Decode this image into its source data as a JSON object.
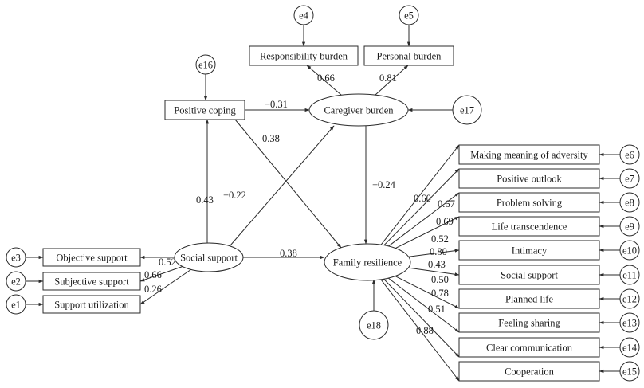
{
  "diagram": {
    "type": "structural-equation-model",
    "latent_variables": [
      {
        "id": "social_support",
        "label": "Social support"
      },
      {
        "id": "caregiver_burden",
        "label": "Caregiver burden"
      },
      {
        "id": "family_resilience",
        "label": "Family resilience"
      }
    ],
    "observed_variables": [
      {
        "id": "positive_coping",
        "label": "Positive coping",
        "error": "e16"
      },
      {
        "id": "objective_support",
        "label": "Objective support",
        "error": "e3"
      },
      {
        "id": "subjective_support",
        "label": "Subjective support",
        "error": "e2"
      },
      {
        "id": "support_utilization",
        "label": "Support utilization",
        "error": "e1"
      },
      {
        "id": "responsibility_burden",
        "label": "Responsibility burden",
        "error": "e4"
      },
      {
        "id": "personal_burden",
        "label": "Personal burden",
        "error": "e5"
      },
      {
        "id": "making_meaning",
        "label": "Making meaning of adversity",
        "error": "e6"
      },
      {
        "id": "positive_outlook",
        "label": "Positive outlook",
        "error": "e7"
      },
      {
        "id": "problem_solving",
        "label": "Problem solving",
        "error": "e8"
      },
      {
        "id": "life_transcendence",
        "label": "Life transcendence",
        "error": "e9"
      },
      {
        "id": "intimacy",
        "label": "Intimacy",
        "error": "e10"
      },
      {
        "id": "fr_social_support",
        "label": "Social support",
        "error": "e11"
      },
      {
        "id": "planned_life",
        "label": "Planned life",
        "error": "e12"
      },
      {
        "id": "feeling_sharing",
        "label": "Feeling sharing",
        "error": "e13"
      },
      {
        "id": "clear_communication",
        "label": "Clear communication",
        "error": "e14"
      },
      {
        "id": "cooperation",
        "label": "Cooperation",
        "error": "e15"
      }
    ],
    "latent_errors": [
      {
        "target": "caregiver_burden",
        "label": "e17"
      },
      {
        "target": "family_resilience",
        "label": "e18"
      }
    ],
    "structural_paths": [
      {
        "from": "social_support",
        "to": "positive_coping",
        "coef": "0.43"
      },
      {
        "from": "positive_coping",
        "to": "caregiver_burden",
        "coef": "−0.31"
      },
      {
        "from": "positive_coping",
        "to": "family_resilience",
        "coef": "0.38"
      },
      {
        "from": "social_support",
        "to": "caregiver_burden",
        "coef": "−0.22"
      },
      {
        "from": "caregiver_burden",
        "to": "family_resilience",
        "coef": "−0.24"
      },
      {
        "from": "social_support",
        "to": "family_resilience",
        "coef": "0.38"
      }
    ],
    "loadings": [
      {
        "from": "social_support",
        "to": "objective_support",
        "coef": "0.52"
      },
      {
        "from": "social_support",
        "to": "subjective_support",
        "coef": "0.66"
      },
      {
        "from": "social_support",
        "to": "support_utilization",
        "coef": "0.26"
      },
      {
        "from": "caregiver_burden",
        "to": "responsibility_burden",
        "coef": "0.66"
      },
      {
        "from": "caregiver_burden",
        "to": "personal_burden",
        "coef": "0.81"
      },
      {
        "from": "family_resilience",
        "to": "making_meaning",
        "coef": "0.60"
      },
      {
        "from": "family_resilience",
        "to": "positive_outlook",
        "coef": "0.67"
      },
      {
        "from": "family_resilience",
        "to": "problem_solving",
        "coef": "0.69"
      },
      {
        "from": "family_resilience",
        "to": "life_transcendence",
        "coef": "0.52"
      },
      {
        "from": "family_resilience",
        "to": "intimacy",
        "coef": "0.80"
      },
      {
        "from": "family_resilience",
        "to": "fr_social_support",
        "coef": "0.43"
      },
      {
        "from": "family_resilience",
        "to": "planned_life",
        "coef": "0.50"
      },
      {
        "from": "family_resilience",
        "to": "feeling_sharing",
        "coef": "0.78"
      },
      {
        "from": "family_resilience",
        "to": "clear_communication",
        "coef": "0.51"
      },
      {
        "from": "family_resilience",
        "to": "cooperation",
        "coef": "0.88"
      }
    ]
  }
}
